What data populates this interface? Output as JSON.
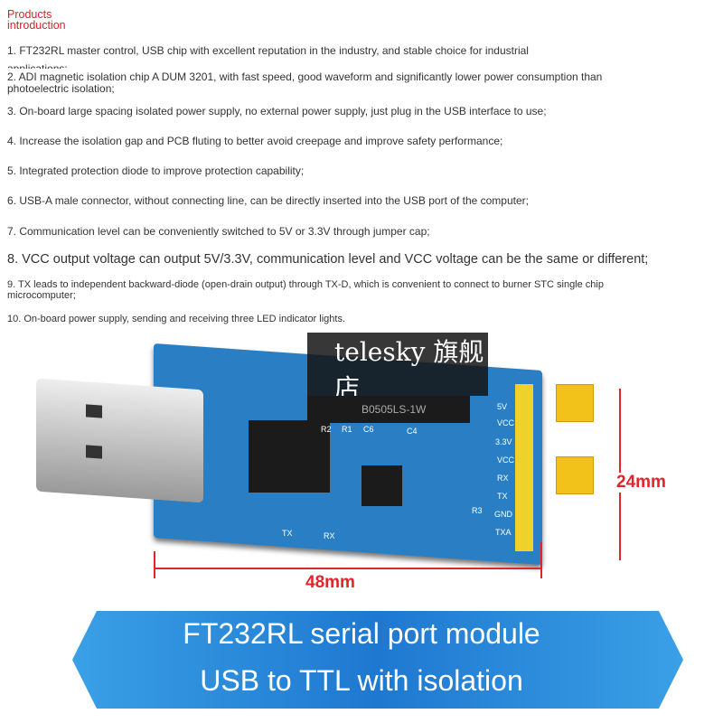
{
  "intro": {
    "title": "Products introduction",
    "items": [
      "1. FT232RL master control, USB chip with excellent reputation in the industry, and stable choice for industrial",
      "applications;",
      "2. ADI magnetic isolation chip A DUM 3201, with fast speed, good waveform and significantly lower power consumption than",
      "photoelectric isolation;",
      "3. On-board large spacing isolated power supply, no external power supply, just plug in the USB interface to use;",
      "4. Increase the isolation gap and PCB fluting to better avoid creepage and improve safety performance;",
      "5. Integrated protection diode to improve protection capability;",
      "6. USB-A male connector, without connecting line, can be directly inserted into the USB port of the computer;",
      "7. Communication level can be conveniently switched to 5V or 3.3V through jumper cap;",
      "8. VCC output voltage can output 5V/3.3V, communication level and VCC voltage can be the same or different;",
      "9. TX leads to independent backward-diode (open-drain output) through TX-D, which is convenient to connect to burner STC single chip",
      "microcomputer;",
      "10. On-board power supply, sending and receiving three LED indicator lights."
    ]
  },
  "product_image": {
    "watermark": "telesky 旗舰店",
    "module_label": "B0505LS-1W",
    "pin_labels": [
      "5V",
      "VCC",
      "3.3V",
      "VCC",
      "RX",
      "TX",
      "GND",
      "TXA"
    ],
    "silkscreen": [
      "R2",
      "R1",
      "C6",
      "C4",
      "R3",
      "TX",
      "RX"
    ],
    "width_dim": "48mm",
    "height_dim": "24mm"
  },
  "banner": {
    "line1": "FT232RL serial port module",
    "line2": "USB to TTL with isolation"
  }
}
